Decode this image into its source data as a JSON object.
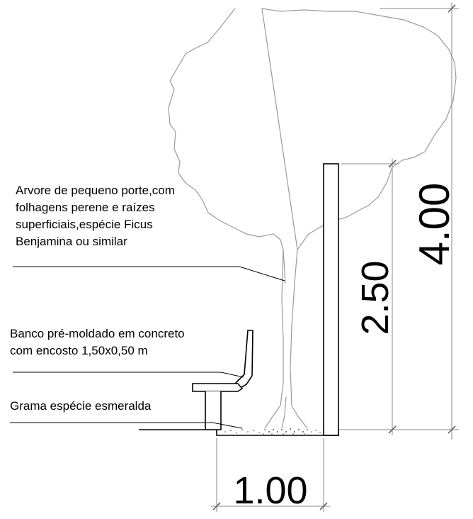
{
  "labels": {
    "tree": [
      "Arvore de  pequeno porte,com",
      "folhagens perene e raízes",
      "superficiais,espécie Ficus",
      "Benjamina ou similar"
    ],
    "bench": [
      "Banco pré-moldado em concreto",
      "com encosto 1,50x0,50 m"
    ],
    "grass": "Grama espécie esmeralda"
  },
  "dimensions": {
    "total_height": "4.00",
    "wall_height": "2.50",
    "planter_width": "1.00"
  }
}
